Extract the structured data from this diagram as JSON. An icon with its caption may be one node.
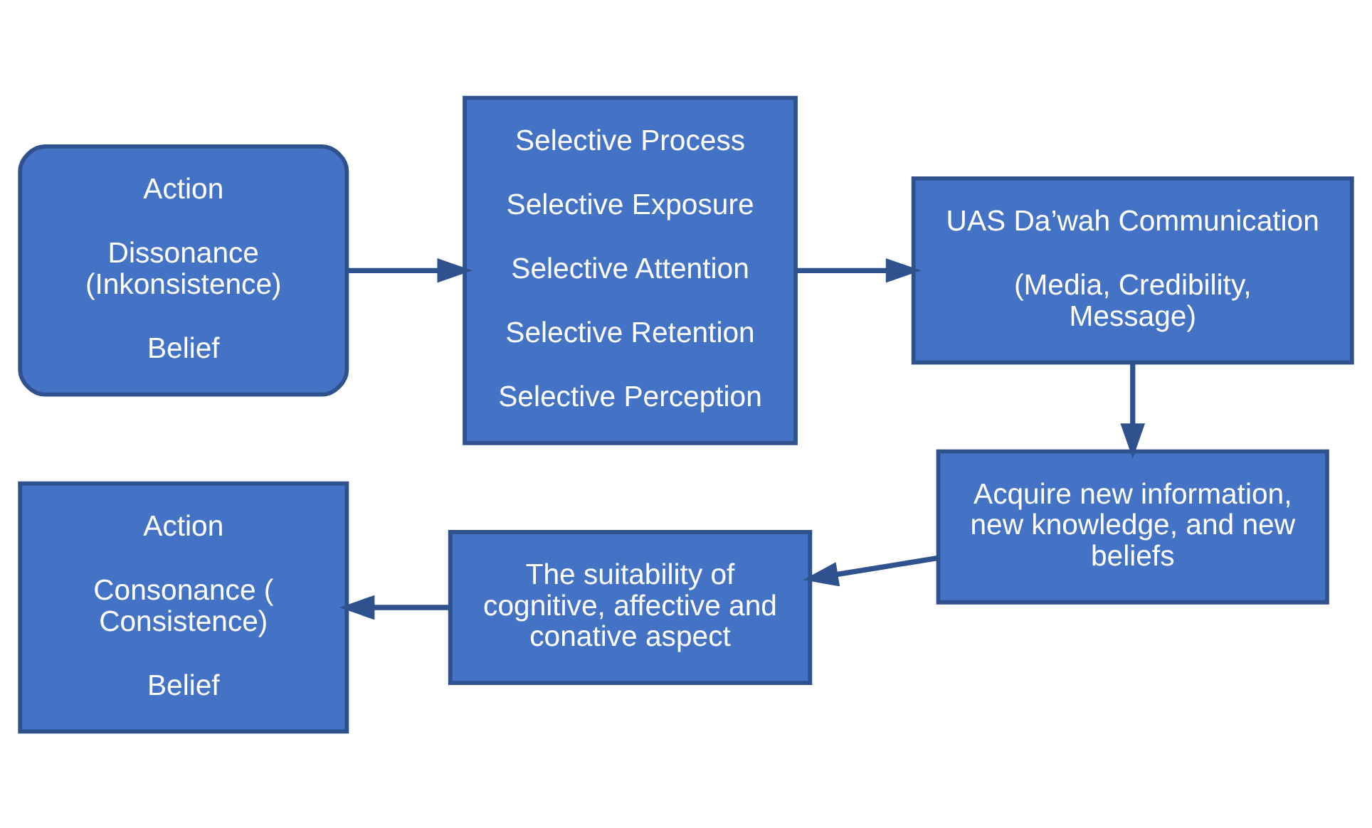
{
  "diagram": {
    "nodes": [
      {
        "text": [
          "Action",
          "Dissonance (Inkonsistence)",
          "Belief"
        ]
      },
      {
        "text": [
          "Selective Process",
          "Selective Exposure",
          "Selective Attention",
          "Selective Retention",
          "Selective Perception"
        ]
      },
      {
        "text": [
          "UAS Da’wah Communication",
          "(Media, Credibility, Message)"
        ]
      },
      {
        "text": [
          "Acquire new information, new knowledge, and new beliefs"
        ]
      },
      {
        "text": [
          "The suitability of cognitive, affective and conative aspect"
        ]
      },
      {
        "text": [
          "Action",
          "Consonance ( Consistence)",
          "Belief"
        ]
      }
    ],
    "edges": [
      {
        "from": 0,
        "to": 1,
        "arrow": "to"
      },
      {
        "from": 1,
        "to": 2,
        "arrow": "to"
      },
      {
        "from": 2,
        "to": 3,
        "arrow": "to"
      },
      {
        "from": 3,
        "to": 4,
        "arrow": "to"
      },
      {
        "from": 4,
        "to": 5,
        "arrow": "to"
      }
    ]
  }
}
